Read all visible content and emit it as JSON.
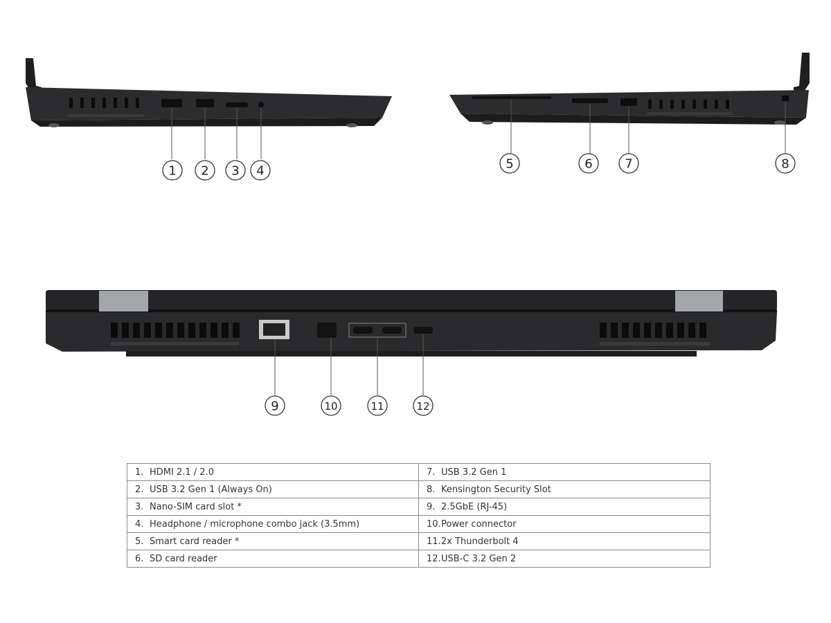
{
  "callouts": [
    "1",
    "2",
    "3",
    "4",
    "5",
    "6",
    "7",
    "8",
    "9",
    "10",
    "11",
    "12"
  ],
  "colors": {
    "chassis": "#2a2a2c",
    "chassis_dark": "#1b1b1c",
    "hinge": "#a4a7aa",
    "table_border": "#8a8a8a",
    "text": "#333333"
  },
  "legend": {
    "left": [
      {
        "num": "1.",
        "label": "HDMI 2.1 / 2.0"
      },
      {
        "num": "2.",
        "label": "USB 3.2 Gen 1 (Always On)"
      },
      {
        "num": "3.",
        "label": "Nano-SIM card slot *"
      },
      {
        "num": "4.",
        "label": "Headphone / microphone combo jack (3.5mm)"
      },
      {
        "num": "5.",
        "label": "Smart card reader *"
      },
      {
        "num": "6.",
        "label": "SD card reader"
      }
    ],
    "right": [
      {
        "num": "7.",
        "label": "USB 3.2 Gen 1"
      },
      {
        "num": "8.",
        "label": "Kensington Security Slot"
      },
      {
        "num": "9.",
        "label": "2.5GbE (RJ-45)"
      },
      {
        "num": "10.",
        "label": "Power connector"
      },
      {
        "num": "11.",
        "label": "2x Thunderbolt 4"
      },
      {
        "num": "12.",
        "label": "USB-C 3.2 Gen 2"
      }
    ]
  }
}
